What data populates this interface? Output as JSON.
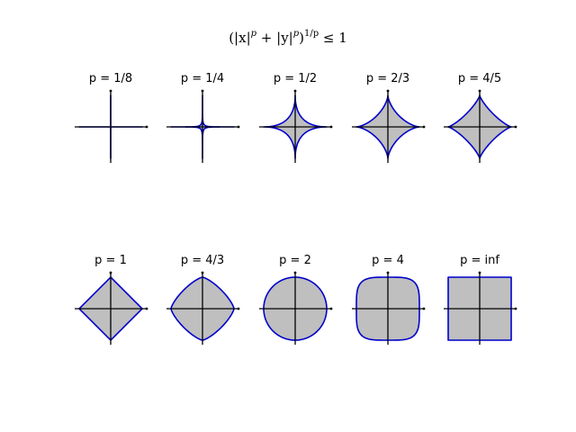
{
  "chart_data": {
    "type": "area",
    "title": "(|x|^p + |y|^p)^(1/p) ≤ 1",
    "title_parts": {
      "open": "(|x|",
      "p1": "p",
      "mid": " + |y|",
      "p2": "p",
      "close": ")",
      "exp": "1/p",
      "rel": " ≤ 1"
    },
    "xlim": [
      -1,
      1
    ],
    "ylim": [
      -1,
      1
    ],
    "grid": false,
    "fill_color": "#bfbfbf",
    "edge_color": "#0000cc",
    "axis_color": "#000000",
    "panels": [
      {
        "label": "p = 1/8",
        "p": 0.125
      },
      {
        "label": "p = 1/4",
        "p": 0.25
      },
      {
        "label": "p = 1/2",
        "p": 0.5
      },
      {
        "label": "p = 2/3",
        "p": 0.6667
      },
      {
        "label": "p = 4/5",
        "p": 0.8
      },
      {
        "label": "p = 1",
        "p": 1
      },
      {
        "label": "p = 4/3",
        "p": 1.3333
      },
      {
        "label": "p = 2",
        "p": 2
      },
      {
        "label": "p = 4",
        "p": 4
      },
      {
        "label": "p = inf",
        "p": "inf"
      }
    ]
  }
}
